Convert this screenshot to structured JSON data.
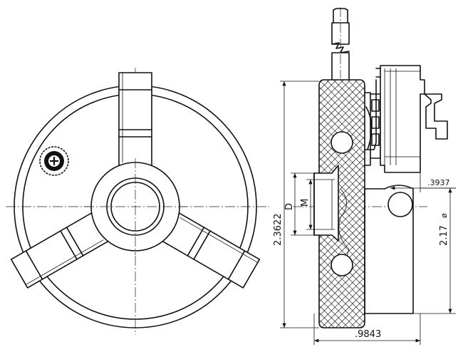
{
  "dimensions": {
    "height_total": "2.3622",
    "bore_label": "D",
    "thread_label": "M",
    "jaw_step": ".3937",
    "body_dia": "2.17",
    "diameter_symbol": "ø",
    "body_width": ".9843"
  },
  "icons": [
    "brand-logo-icon",
    "break-mark-icon"
  ],
  "colors": {
    "line": "#111111",
    "background": "#ffffff"
  }
}
